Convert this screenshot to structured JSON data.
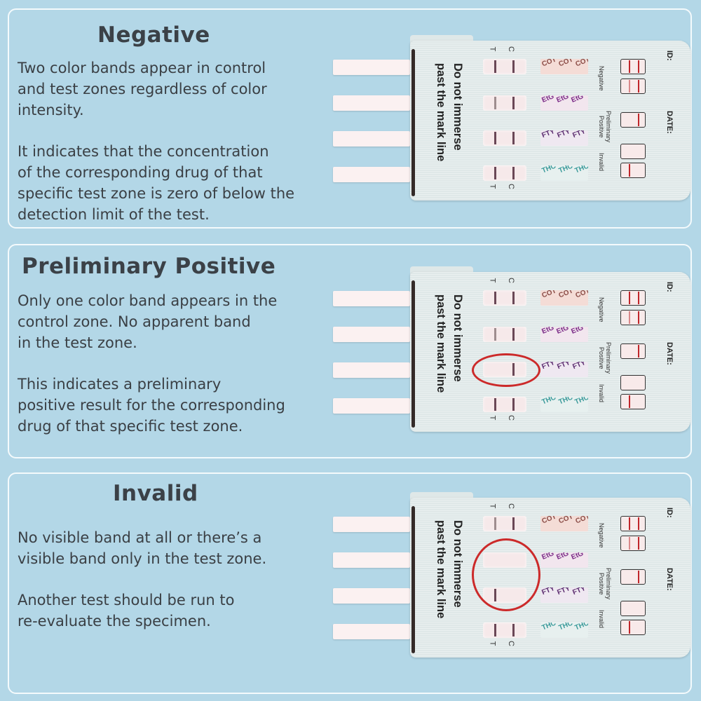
{
  "colors": {
    "background": "#b3d7e7",
    "panel_border": "#f4fafc",
    "text": "#3a3f44",
    "highlight_ring": "#cc2a2a",
    "band": "#6a4756",
    "legend_band": "#c0262a"
  },
  "card": {
    "immerse_text": "Do not immerse\npast the mark line",
    "control_label": "C",
    "test_label": "T",
    "id_label": "ID:",
    "date_label": "DATE:",
    "drugs": [
      "COT",
      "EtG",
      "FTY",
      "THC"
    ],
    "legend": {
      "negative": "Negative",
      "preliminary_positive": "Preliminary\nPositive",
      "invalid": "Invalid"
    }
  },
  "panels": [
    {
      "title": "Negative",
      "paragraphs": [
        "Two color bands appear in control\nand test zones regardless of color\nintensity.",
        "It indicates that the concentration\nof the corresponding drug of that\nspecific test zone is zero of below the\ndetection limit of the test."
      ],
      "zones": [
        {
          "test": "strong",
          "control": "strong"
        },
        {
          "test": "faint",
          "control": "strong"
        },
        {
          "test": "strong",
          "control": "strong"
        },
        {
          "test": "strong",
          "control": "strong"
        }
      ],
      "highlighted_zones": []
    },
    {
      "title": "Preliminary Positive",
      "paragraphs": [
        "Only one color band appears in the\ncontrol zone. No apparent band\nin the test zone.",
        "This indicates a preliminary\npositive result for the corresponding\ndrug of that specific test zone."
      ],
      "zones": [
        {
          "test": "strong",
          "control": "strong"
        },
        {
          "test": "faint",
          "control": "strong"
        },
        {
          "test": "none",
          "control": "strong"
        },
        {
          "test": "strong",
          "control": "strong"
        }
      ],
      "highlighted_zones": [
        3
      ]
    },
    {
      "title": "Invalid",
      "paragraphs": [
        "No visible band at all or there’s a\nvisible band only in the test zone.",
        "Another test should be run to\nre-evaluate the specimen."
      ],
      "zones": [
        {
          "test": "faint",
          "control": "strong"
        },
        {
          "test": "none",
          "control": "none"
        },
        {
          "test": "strong",
          "control": "none"
        },
        {
          "test": "strong",
          "control": "strong"
        }
      ],
      "highlighted_zones": [
        2,
        3
      ]
    }
  ]
}
